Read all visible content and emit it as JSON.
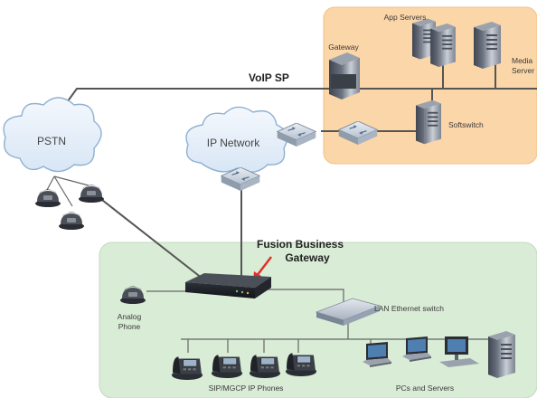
{
  "colors": {
    "provider_zone": "#fbd6a8",
    "enterprise_zone": "#d9ecd6",
    "cloud": "#e7f0fa",
    "cloud_stroke": "#8fb0d2",
    "arrow": "#e0302a"
  },
  "labels": {
    "app_servers": "App Servers",
    "gateway": "Gateway",
    "media_servers_line1": "Media",
    "media_servers_line2": "Server",
    "voip_sp": "VoIP SP",
    "softswitch": "Softswitch",
    "pstn": "PSTN",
    "ip_network": "IP Network",
    "fusion_line1": "Fusion Business",
    "fusion_line2": "Gateway",
    "lan_switch": "LAN Ethernet  switch",
    "analog_phone_line1": "Analog",
    "analog_phone_line2": "Phone",
    "ip_phones": "SIP/MGCP IP Phones",
    "pcs_servers": "PCs and Servers"
  },
  "icons": [
    "server-tower-icon",
    "router-icon",
    "cloud-icon",
    "desk-phone-icon",
    "ip-phone-icon",
    "laptop-icon",
    "desktop-pc-icon",
    "ethernet-switch-icon",
    "business-gateway-icon",
    "arrow-icon"
  ]
}
